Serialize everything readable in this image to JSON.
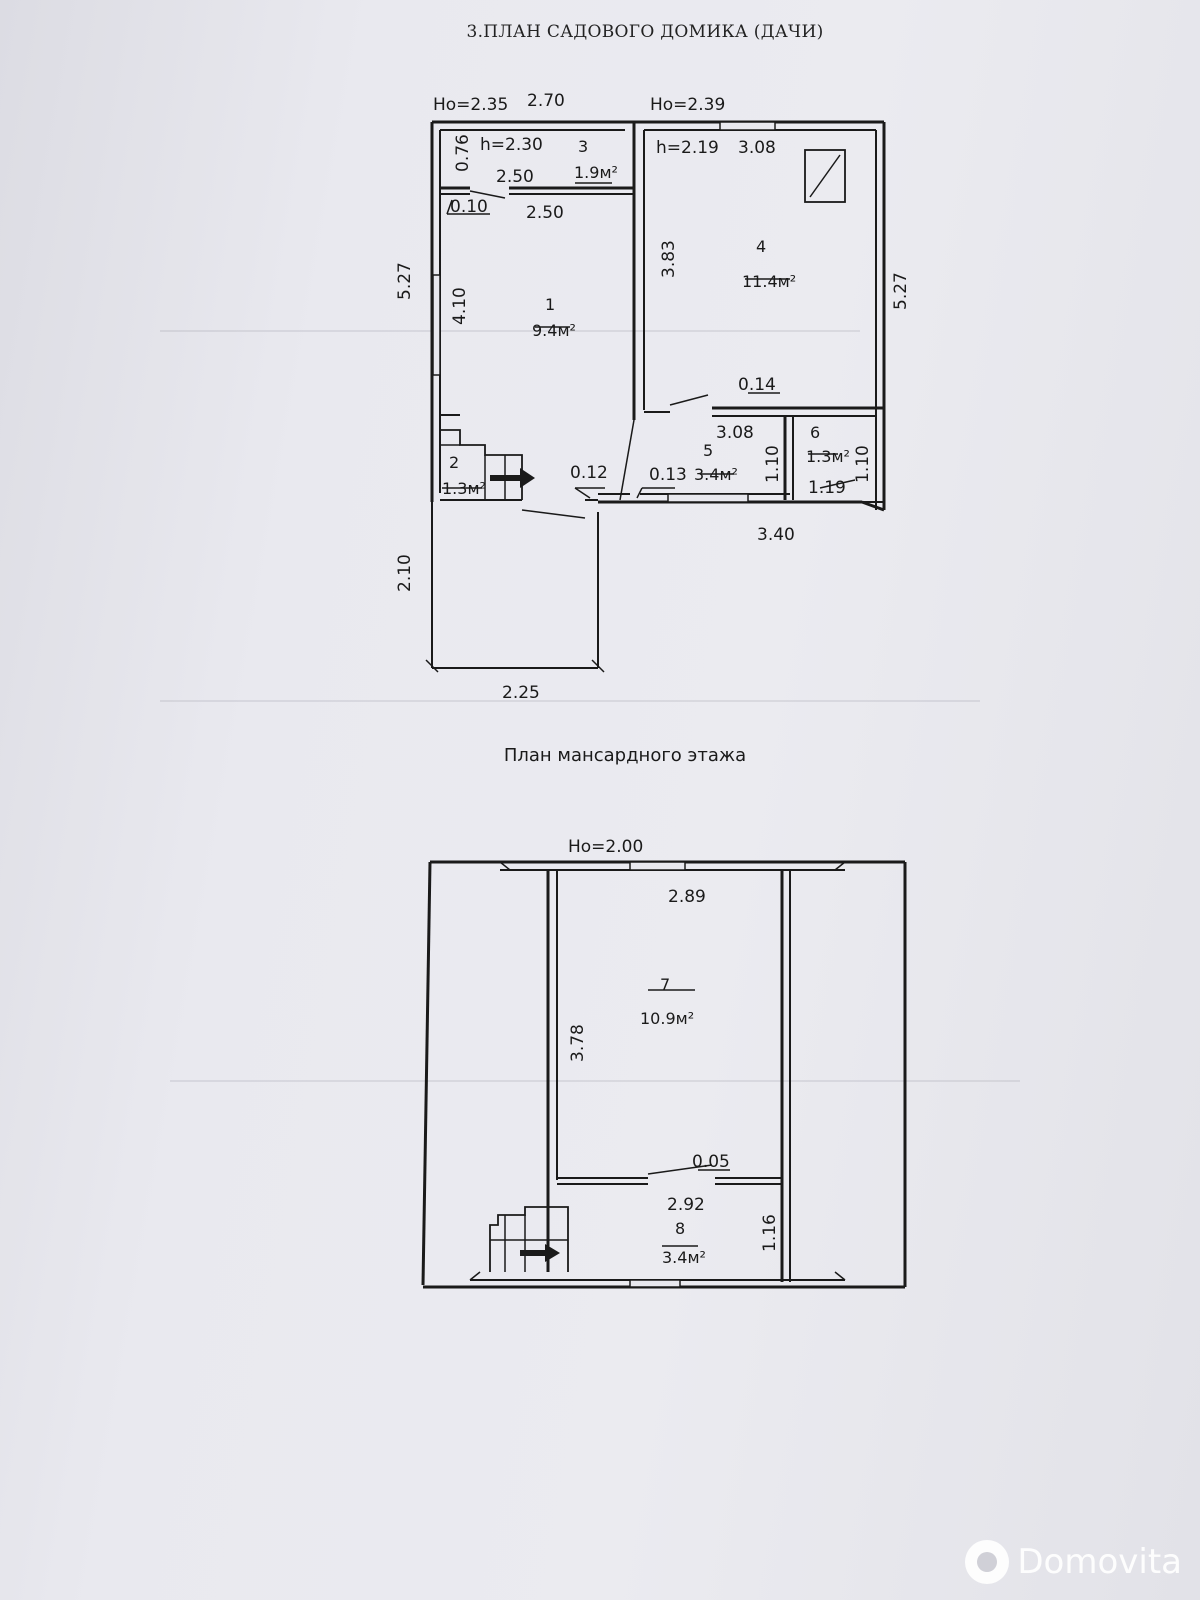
{
  "title": "3.ПЛАН САДОВОГО ДОМИКА (ДАЧИ)",
  "ground_floor": {
    "heights": {
      "left": "Hо=2.35",
      "right": "Hо=2.39",
      "room_left": "h=2.30",
      "room_right": "h=2.19"
    },
    "dimensions": {
      "top_left": "2.70",
      "top_right": "3.08",
      "left_outer": "5.27",
      "right_outer": "5.27",
      "d076": "0.76",
      "d250a": "2.50",
      "d010": "0.10",
      "d250b": "2.50",
      "d410": "4.10",
      "d383": "3.83",
      "d014": "0.14",
      "d308": "3.08",
      "d012": "0.12",
      "d013": "0.13",
      "d110a": "1.10",
      "d110b": "1.10",
      "d119": "1.19",
      "d340": "3.40",
      "d210": "2.10",
      "d225": "2.25"
    },
    "rooms": [
      {
        "num": "1",
        "area": "9.4м²"
      },
      {
        "num": "2",
        "area": "1.3м²"
      },
      {
        "num": "3",
        "area": "1.9м²"
      },
      {
        "num": "4",
        "area": "11.4м²"
      },
      {
        "num": "5",
        "area": "3.4м²"
      },
      {
        "num": "6",
        "area": "1.3м²"
      }
    ]
  },
  "attic_floor": {
    "title": "План мансардного этажа",
    "height": "Hо=2.00",
    "dimensions": {
      "top": "2.89",
      "left": "3.78",
      "d005": "0.05",
      "d292": "2.92",
      "d116": "1.16"
    },
    "rooms": [
      {
        "num": "7",
        "area": "10.9м²"
      },
      {
        "num": "8",
        "area": "3.4м²"
      }
    ]
  },
  "watermark": "Domovita"
}
